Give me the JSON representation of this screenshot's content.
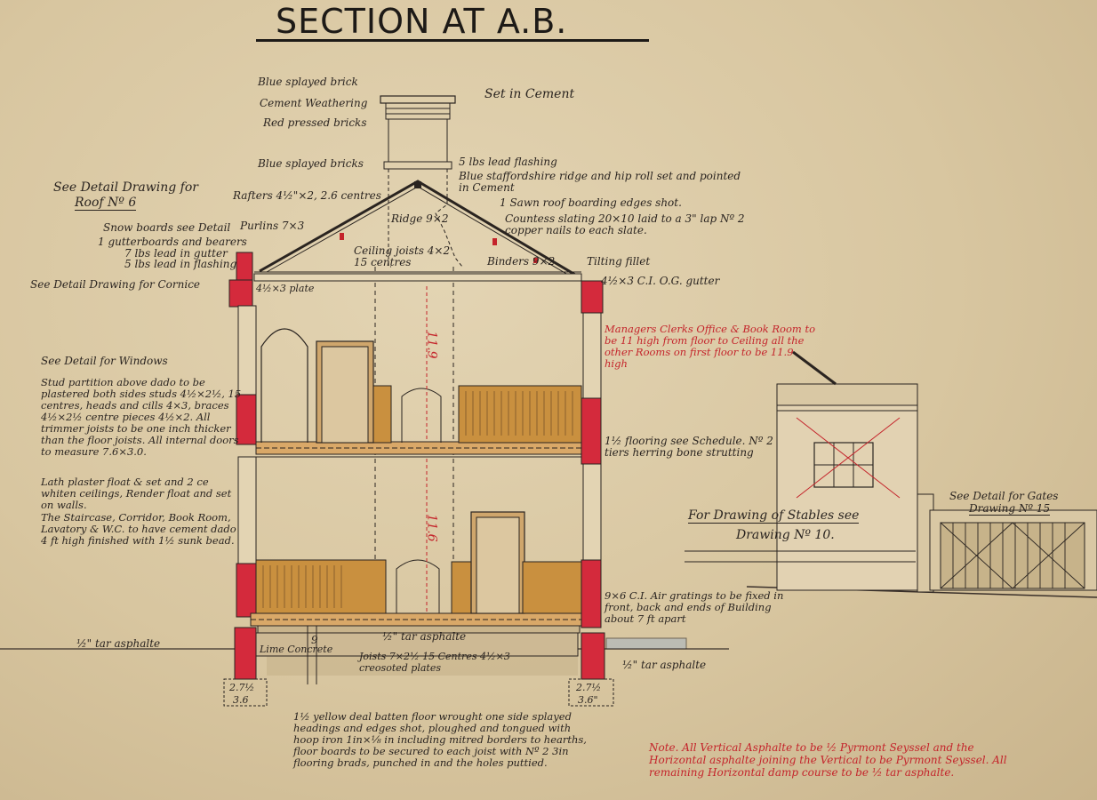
{
  "title": "SECTION AT A.B.",
  "colors": {
    "paper": "#d9c8a4",
    "ink": "#2a2420",
    "red_brick": "#d42a3c",
    "timber": "#c9903f",
    "red_ink": "#c4242b"
  },
  "labels": {
    "blue_splayed_brick_top": "Blue splayed brick",
    "cement_weathering": "Cement Weathering",
    "red_pressed_bricks": "Red pressed bricks",
    "set_in_cement": "Set in Cement",
    "blue_splayed_bricks": "Blue splayed bricks",
    "lead_flashing": "5 lbs lead flashing",
    "ridge_roll": "Blue staffordshire ridge and hip roll set and pointed in Cement",
    "detail_roof": "See Detail Drawing for",
    "detail_roof_no": "Roof Nº 6",
    "rafters": "Rafters 4½\"×2, 2.6 centres",
    "roof_boarding": "1 Sawn roof boarding edges shot.",
    "ridge": "Ridge 9×2",
    "purlins": "Purlins 7×3",
    "countess_slating": "Countess slating 20×10 laid to a 3\" lap Nº 2 copper nails to each slate.",
    "snow_boards": "Snow boards see Detail",
    "gutter_boards": "1 gutterboards and bearers",
    "lead_gutter": "7 lbs lead in gutter",
    "lead_flashing_5": "5 lbs lead in flashing",
    "ceiling_joists": "Ceiling joists 4×2 15 centres",
    "binders": "Binders 9×2",
    "tilting_fillet": "Tilting fillet",
    "detail_cornice": "See Detail Drawing for Cornice",
    "plate": "4½×3 plate",
    "gutter": "4½×3 C.I. O.G. gutter",
    "detail_windows": "See Detail for Windows",
    "stud_partition": "Stud partition above dado to be plastered both sides studs 4½×2½, 15 centres, heads and cills 4×3, braces 4½×2½ centre pieces 4½×2. All trimmer joists to be one inch thicker than the floor joists. All internal doors to measure 7.6×3.0.",
    "lath_plaster": "Lath plaster float & set and 2 ce whiten ceilings, Render float and set on walls.",
    "staircase": "The Staircase, Corridor, Book Room, Lavatory & W.C. to have cement dado 4 ft high finished with 1½ sunk bead.",
    "managers_note": "Managers Clerks Office & Book Room to be 11 high from floor to Ceiling all the other Rooms on first floor to be 11.9 high",
    "flooring": "1½ flooring see Schedule. Nº 2 tiers herring bone strutting",
    "stables": "For Drawing of Stables see",
    "stables_no": "Drawing Nº 10.",
    "detail_gates": "See Detail for Gates",
    "gates_no": "Drawing Nº 15",
    "air_gratings": "9×6 C.I. Air gratings to be fixed in front, back and ends of Building about 7 ft apart",
    "tar_asphalte_left": "½\" tar asphalte",
    "tar_asphalte_floor": "½\" tar asphalte",
    "tar_asphalte_right": "½\" tar asphalte",
    "lime_concrete": "Lime Concrete",
    "joists": "Joists 7×2½ 15 Centres 4½×3 creosoted plates",
    "footing_left_top": "2.7½",
    "footing_left_bottom": "3.6",
    "footing_right_top": "2.7½",
    "footing_right_bottom": "3.6\"",
    "dim_upper": "11.9",
    "dim_lower": "11.6",
    "dim_found": "9",
    "floor_note": "1½ yellow deal batten floor wrought one side splayed headings and edges shot, ploughed and tongued with hoop iron 1in×⅛ in including mitred borders to hearths, floor boards to be secured to each joist with Nº 2 3in flooring brads, punched in and the holes puttied.",
    "final_note": "Note. All Vertical Asphalte to be ½ Pyrmont Seyssel and the Horizontal asphalte joining the Vertical to be Pyrmont Seyssel. All remaining Horizontal damp course to be ½ tar asphalte."
  }
}
